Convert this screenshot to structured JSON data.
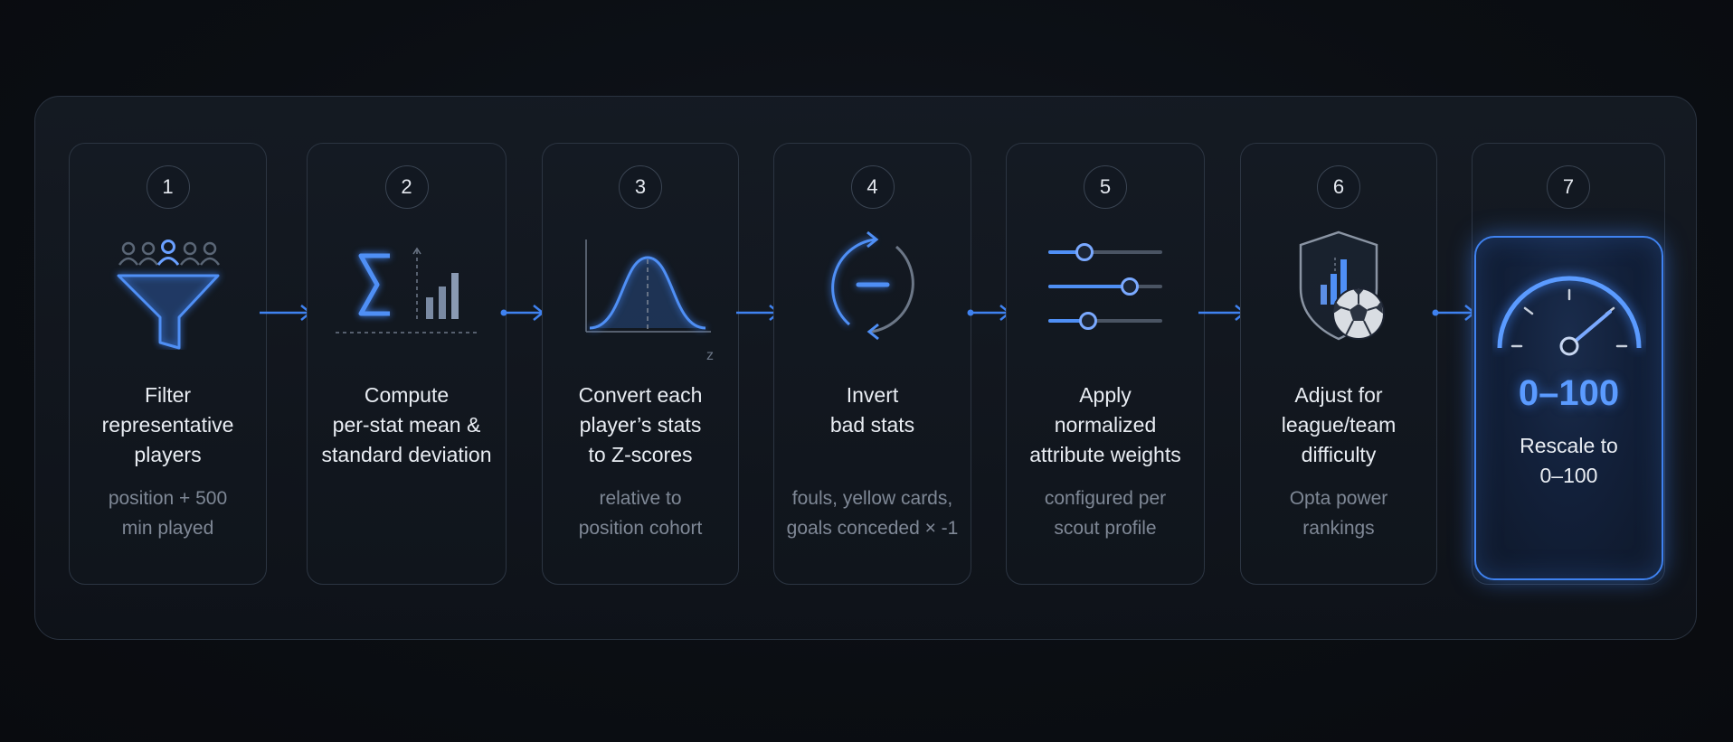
{
  "colors": {
    "accent": "#3f82f0",
    "background": "#0b0e13",
    "text": "#e9edf3",
    "muted": "#7f8896"
  },
  "steps": [
    {
      "number": "1",
      "title": "Filter\nrepresentative\nplayers",
      "subtitle": "position + 500\nmin played",
      "icon": "funnel-people-icon"
    },
    {
      "number": "2",
      "title": "Compute\nper-stat mean &\nstandard deviation",
      "subtitle": "",
      "icon": "sigma-bars-icon"
    },
    {
      "number": "3",
      "title": "Convert each\nplayer’s stats\nto Z-scores",
      "subtitle": "relative to\nposition cohort",
      "icon": "bell-curve-icon",
      "axis_label": "z"
    },
    {
      "number": "4",
      "title": "Invert\nbad stats",
      "subtitle": "fouls, yellow cards,\ngoals conceded × -1",
      "icon": "invert-cycle-icon"
    },
    {
      "number": "5",
      "title": "Apply\nnormalized\nattribute weights",
      "subtitle": "configured per\nscout profile",
      "icon": "sliders-icon"
    },
    {
      "number": "6",
      "title": "Adjust for\nleague/team\ndifficulty",
      "subtitle": "Opta power\nrankings",
      "icon": "shield-ball-icon"
    },
    {
      "number": "7",
      "title": "Rescale to\n0–100",
      "value": "0–100",
      "icon": "gauge-icon"
    }
  ]
}
